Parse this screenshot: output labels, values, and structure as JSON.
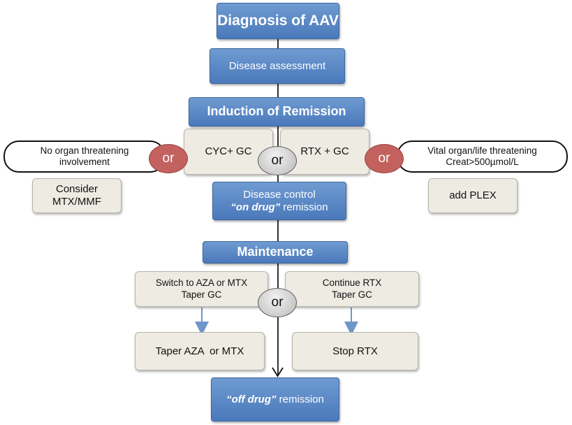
{
  "nodes": {
    "diagnosis": "Diagnosis of AAV",
    "assessment": "Disease assessment",
    "induction": "Induction of Remission",
    "cyc_gc": "CYC+ GC",
    "rtx_gc": "RTX + GC",
    "no_organ": {
      "line1": "No organ threatening",
      "line2": "involvement"
    },
    "vital_organ": {
      "line1": "Vital organ/life threatening",
      "line2": "Creat>500µmol/L"
    },
    "consider": {
      "line1": "Consider",
      "line2": "MTX/MMF"
    },
    "add_plex": "add PLEX",
    "disease_control": {
      "line1": "Disease control",
      "on_drug": "“on drug”",
      "remission": " remission"
    },
    "maintenance": "Maintenance",
    "switch": {
      "line1": "Switch to AZA or MTX",
      "line2": "Taper GC"
    },
    "continue_rtx": {
      "line1": "Continue RTX",
      "line2": "Taper GC"
    },
    "taper_aza": "Taper AZA  or MTX",
    "stop_rtx": "Stop RTX",
    "off_drug": {
      "off": "“off drug”",
      "remission": " remission"
    }
  },
  "connectors": {
    "or_left": "or",
    "or_center_induction": "or",
    "or_right": "or",
    "or_maintenance": "or"
  },
  "colors": {
    "blue_box": "#5a87c6",
    "beige_box": "#eeebe3",
    "red_oval": "#c2615d",
    "grey_oval": "#c8c8c8",
    "arrow_blue": "#6f96c9"
  }
}
